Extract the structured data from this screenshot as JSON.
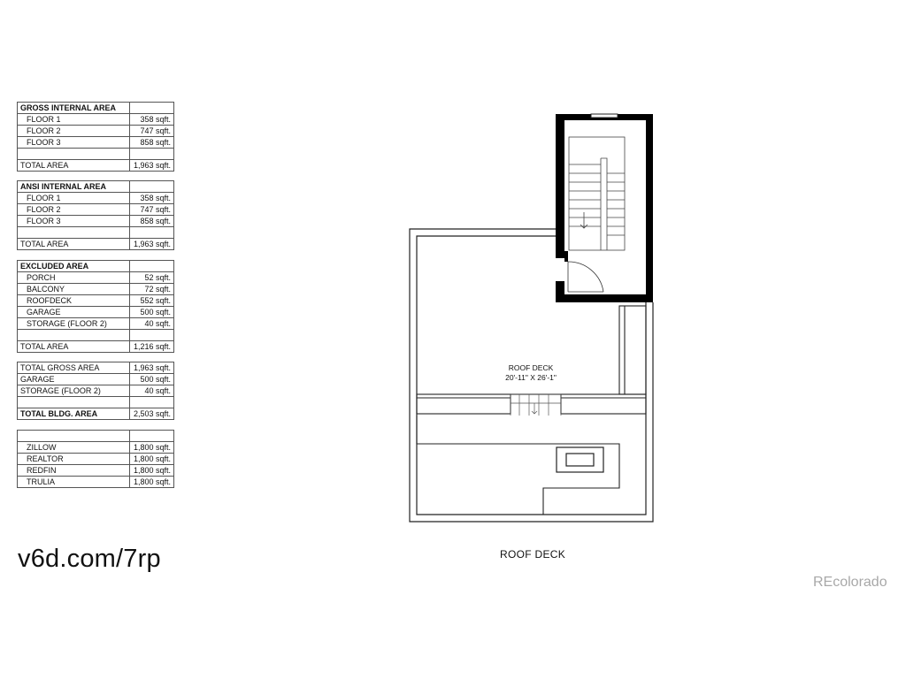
{
  "tables": [
    {
      "header": "GROSS INTERNAL AREA",
      "rows": [
        {
          "label": "FLOOR 1",
          "value": "358 sqft."
        },
        {
          "label": "FLOOR 2",
          "value": "747 sqft."
        },
        {
          "label": "FLOOR 3",
          "value": "858 sqft."
        }
      ],
      "total": {
        "label": "TOTAL AREA",
        "value": "1,963 sqft."
      }
    },
    {
      "header": "ANSI INTERNAL AREA",
      "rows": [
        {
          "label": "FLOOR 1",
          "value": "358 sqft."
        },
        {
          "label": "FLOOR 2",
          "value": "747 sqft."
        },
        {
          "label": "FLOOR 3",
          "value": "858 sqft."
        }
      ],
      "total": {
        "label": "TOTAL AREA",
        "value": "1,963 sqft."
      }
    },
    {
      "header": "EXCLUDED AREA",
      "rows": [
        {
          "label": "PORCH",
          "value": "52 sqft."
        },
        {
          "label": "BALCONY",
          "value": "72 sqft."
        },
        {
          "label": "ROOFDECK",
          "value": "552 sqft."
        },
        {
          "label": "GARAGE",
          "value": "500 sqft."
        },
        {
          "label": "STORAGE (FLOOR 2)",
          "value": "40 sqft."
        }
      ],
      "total": {
        "label": "TOTAL AREA",
        "value": "1,216 sqft."
      }
    },
    {
      "rows": [
        {
          "label": "TOTAL GROSS AREA",
          "value": "1,963 sqft."
        },
        {
          "label": "GARAGE",
          "value": "500 sqft."
        },
        {
          "label": "STORAGE (FLOOR 2)",
          "value": "40 sqft."
        }
      ],
      "total": {
        "label": "TOTAL BLDG. AREA",
        "value": "2,503 sqft."
      }
    },
    {
      "rows": [
        {
          "label": "ZILLOW",
          "value": "1,800 sqft."
        },
        {
          "label": "REALTOR",
          "value": "1,800 sqft."
        },
        {
          "label": "REDFIN",
          "value": "1,800 sqft."
        },
        {
          "label": "TRULIA",
          "value": "1,800 sqft."
        }
      ]
    }
  ],
  "link": "v6d.com/7rp",
  "plan": {
    "room_name": "ROOF DECK",
    "room_dimensions": "20'-11\" X 26'-1\"",
    "caption": "ROOF DECK"
  },
  "watermark": "REcolorado",
  "colors": {
    "wall": "#000000",
    "line": "#222222",
    "watermark": "#a8a8a8"
  }
}
